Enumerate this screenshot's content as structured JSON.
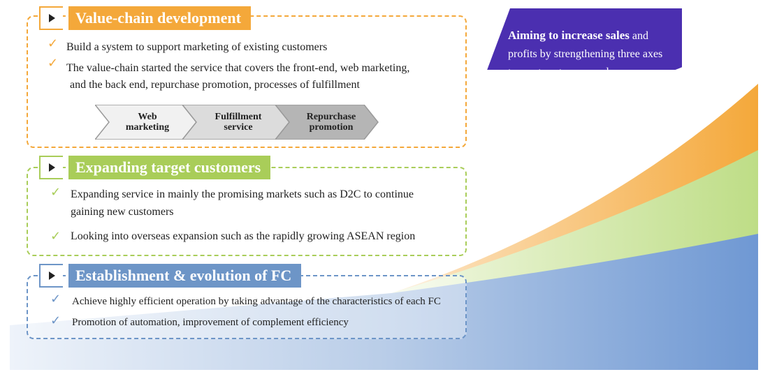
{
  "sections": [
    {
      "title": "Value-chain development",
      "bullets": [
        "Build a system to support marketing of existing customers",
        "The value-chain started the service that covers the front-end, web marketing,",
        "and the back end, repurchase promotion, processes of fulfillment"
      ],
      "flow": [
        {
          "line1": "Web",
          "line2": "marketing"
        },
        {
          "line1": "Fulfillment",
          "line2": "service"
        },
        {
          "line1": "Repurchase",
          "line2": "promotion"
        }
      ]
    },
    {
      "title": "Expanding target customers",
      "bullets": [
        "Expanding service in mainly the promising markets such as D2C to continue",
        "gaining new customers",
        "Looking into overseas expansion such as the rapidly growing ASEAN region"
      ]
    },
    {
      "title": "Establishment & evolution of FC",
      "bullets": [
        "Achieve highly efficient operation by taking advantage of the characteristics of each FC",
        "Promotion of automation, improvement of complement efficiency"
      ]
    }
  ],
  "goal": {
    "bold": "Aiming to increase sales",
    "rest1": " and",
    "line2": "profits by strengthening three axes",
    "line3": "to meet customer needs"
  },
  "colors": {
    "orange": "#f4a83a",
    "green": "#a9cd59",
    "blue": "#6d95c7",
    "goal_purple": "#4b2fb0"
  },
  "icons": [
    "play-icon",
    "checkmark-icon",
    "arrow-up-right-icon"
  ]
}
